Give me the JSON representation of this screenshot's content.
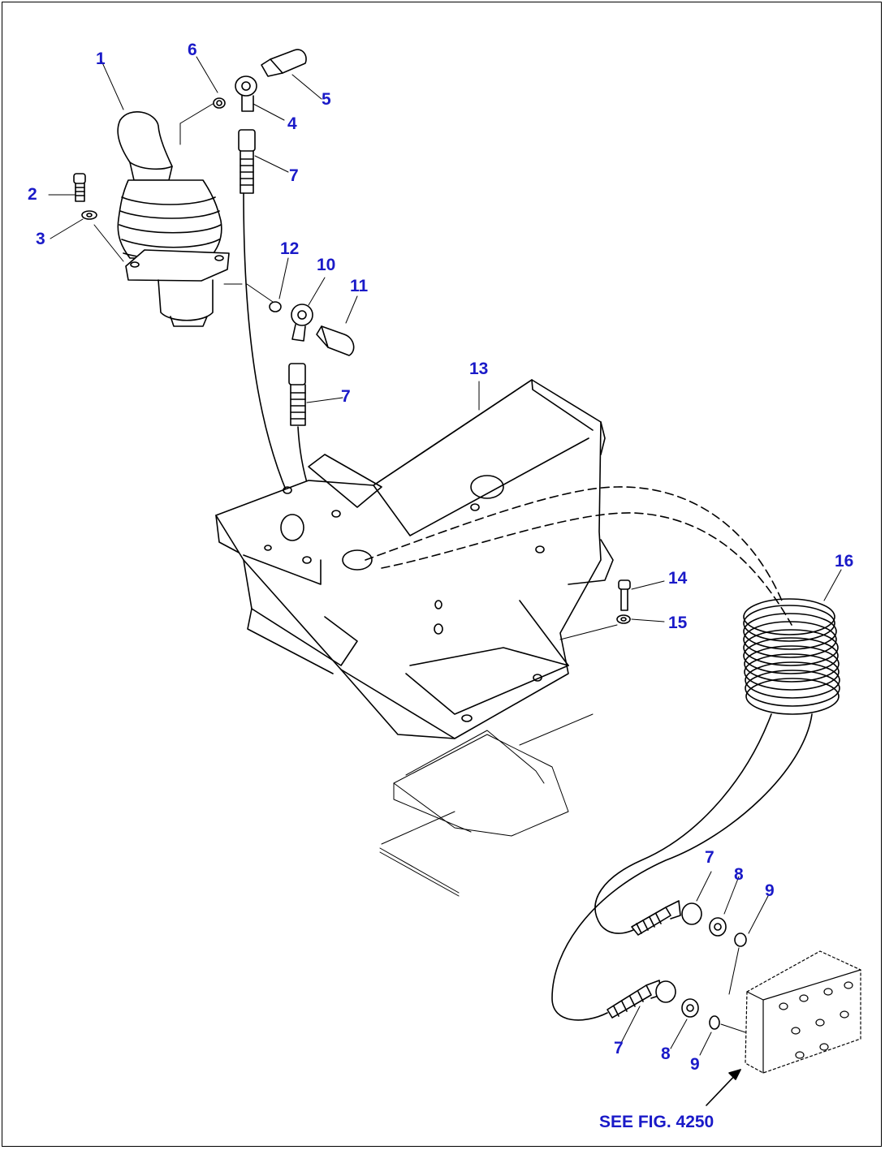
{
  "figure": {
    "reference_text": "SEE FIG. 4250",
    "callout_color": "#1a1ac8",
    "line_color": "#000000"
  },
  "callouts": [
    "1",
    "2",
    "3",
    "4",
    "5",
    "6",
    "7",
    "7",
    "7",
    "7",
    "8",
    "8",
    "9",
    "9",
    "10",
    "11",
    "12",
    "13",
    "14",
    "15",
    "16"
  ],
  "parts": [
    {
      "number": "1",
      "icon": "joystick-lever-icon"
    },
    {
      "number": "2",
      "icon": "bolt-icon"
    },
    {
      "number": "3",
      "icon": "washer-icon"
    },
    {
      "number": "4",
      "icon": "banjo-fitting-icon"
    },
    {
      "number": "5",
      "icon": "banjo-bolt-icon"
    },
    {
      "number": "6",
      "icon": "washer-icon"
    },
    {
      "number": "7",
      "icon": "hose-end-icon"
    },
    {
      "number": "8",
      "icon": "adapter-icon"
    },
    {
      "number": "9",
      "icon": "o-ring-icon"
    },
    {
      "number": "10",
      "icon": "banjo-fitting-icon"
    },
    {
      "number": "11",
      "icon": "banjo-bolt-icon"
    },
    {
      "number": "12",
      "icon": "washer-icon"
    },
    {
      "number": "13",
      "icon": "console-bracket-icon"
    },
    {
      "number": "14",
      "icon": "bolt-icon"
    },
    {
      "number": "15",
      "icon": "washer-icon"
    },
    {
      "number": "16",
      "icon": "coiled-hose-icon"
    }
  ]
}
